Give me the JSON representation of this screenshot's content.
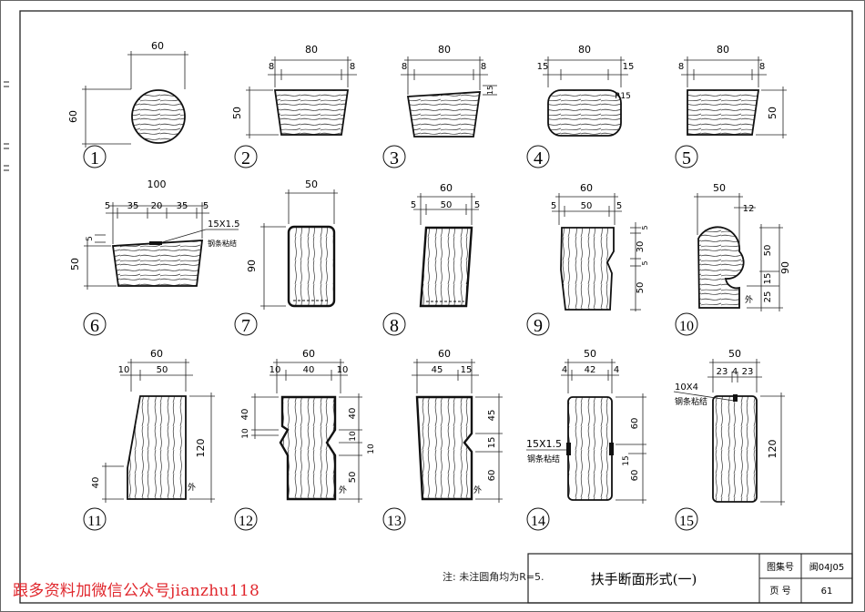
{
  "title_block": {
    "title": "扶手断面形式(一)",
    "atlas_label": "图集号",
    "atlas_no": "闽04J05",
    "page_label": "页  号",
    "page_no": "61"
  },
  "note": "注: 未注圆角均为R=5.",
  "watermark": "跟多资料加微信公众号jianzhu118",
  "sections": [
    {
      "no": "1",
      "dims": [
        "60",
        "60"
      ]
    },
    {
      "no": "2",
      "dims": [
        "80",
        "8",
        "8",
        "50"
      ]
    },
    {
      "no": "3",
      "dims": [
        "80",
        "8",
        "8",
        "15"
      ]
    },
    {
      "no": "4",
      "dims": [
        "80",
        "15",
        "15",
        "R15"
      ]
    },
    {
      "no": "5",
      "dims": [
        "80",
        "8",
        "8",
        "50"
      ]
    },
    {
      "no": "6",
      "dims": [
        "100",
        "5",
        "35",
        "20",
        "35",
        "5",
        "5",
        "50"
      ],
      "callout": "15X1.5",
      "callout_note": "钢条粘结"
    },
    {
      "no": "7",
      "dims": [
        "50",
        "90"
      ]
    },
    {
      "no": "8",
      "dims": [
        "60",
        "5",
        "50",
        "5"
      ]
    },
    {
      "no": "9",
      "dims": [
        "60",
        "5",
        "50",
        "5",
        "5",
        "30",
        "5",
        "50"
      ]
    },
    {
      "no": "10",
      "dims": [
        "50",
        "12",
        "50",
        "15",
        "25",
        "90"
      ],
      "side_label": "外"
    },
    {
      "no": "11",
      "dims": [
        "60",
        "10",
        "50",
        "120",
        "40"
      ],
      "side_label": "外"
    },
    {
      "no": "12",
      "dims": [
        "60",
        "10",
        "40",
        "10",
        "40",
        "10",
        "40",
        "10",
        "10",
        "50"
      ],
      "side_label": "外"
    },
    {
      "no": "13",
      "dims": [
        "60",
        "45",
        "15",
        "45",
        "15",
        "60"
      ],
      "side_label": "外"
    },
    {
      "no": "14",
      "dims": [
        "50",
        "4",
        "42",
        "4",
        "60",
        "15",
        "60"
      ],
      "callout": "15X1.5",
      "callout_note": "钢条粘结"
    },
    {
      "no": "15",
      "dims": [
        "50",
        "23",
        "4",
        "23",
        "120"
      ],
      "callout": "10X4",
      "callout_note": "钢条粘结"
    }
  ]
}
